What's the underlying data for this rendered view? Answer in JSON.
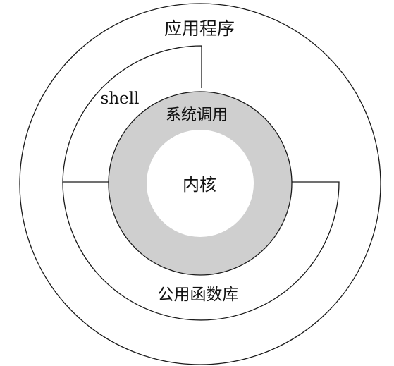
{
  "diagram": {
    "outer_label": "应用程序",
    "shell_label": "shell",
    "syscall_label": "系统调用",
    "kernel_label": "内核",
    "library_label": "公用函数库"
  },
  "colors": {
    "stroke": "#1a1a1a",
    "syscall_ring": "#cfcfcf",
    "background": "#ffffff"
  }
}
